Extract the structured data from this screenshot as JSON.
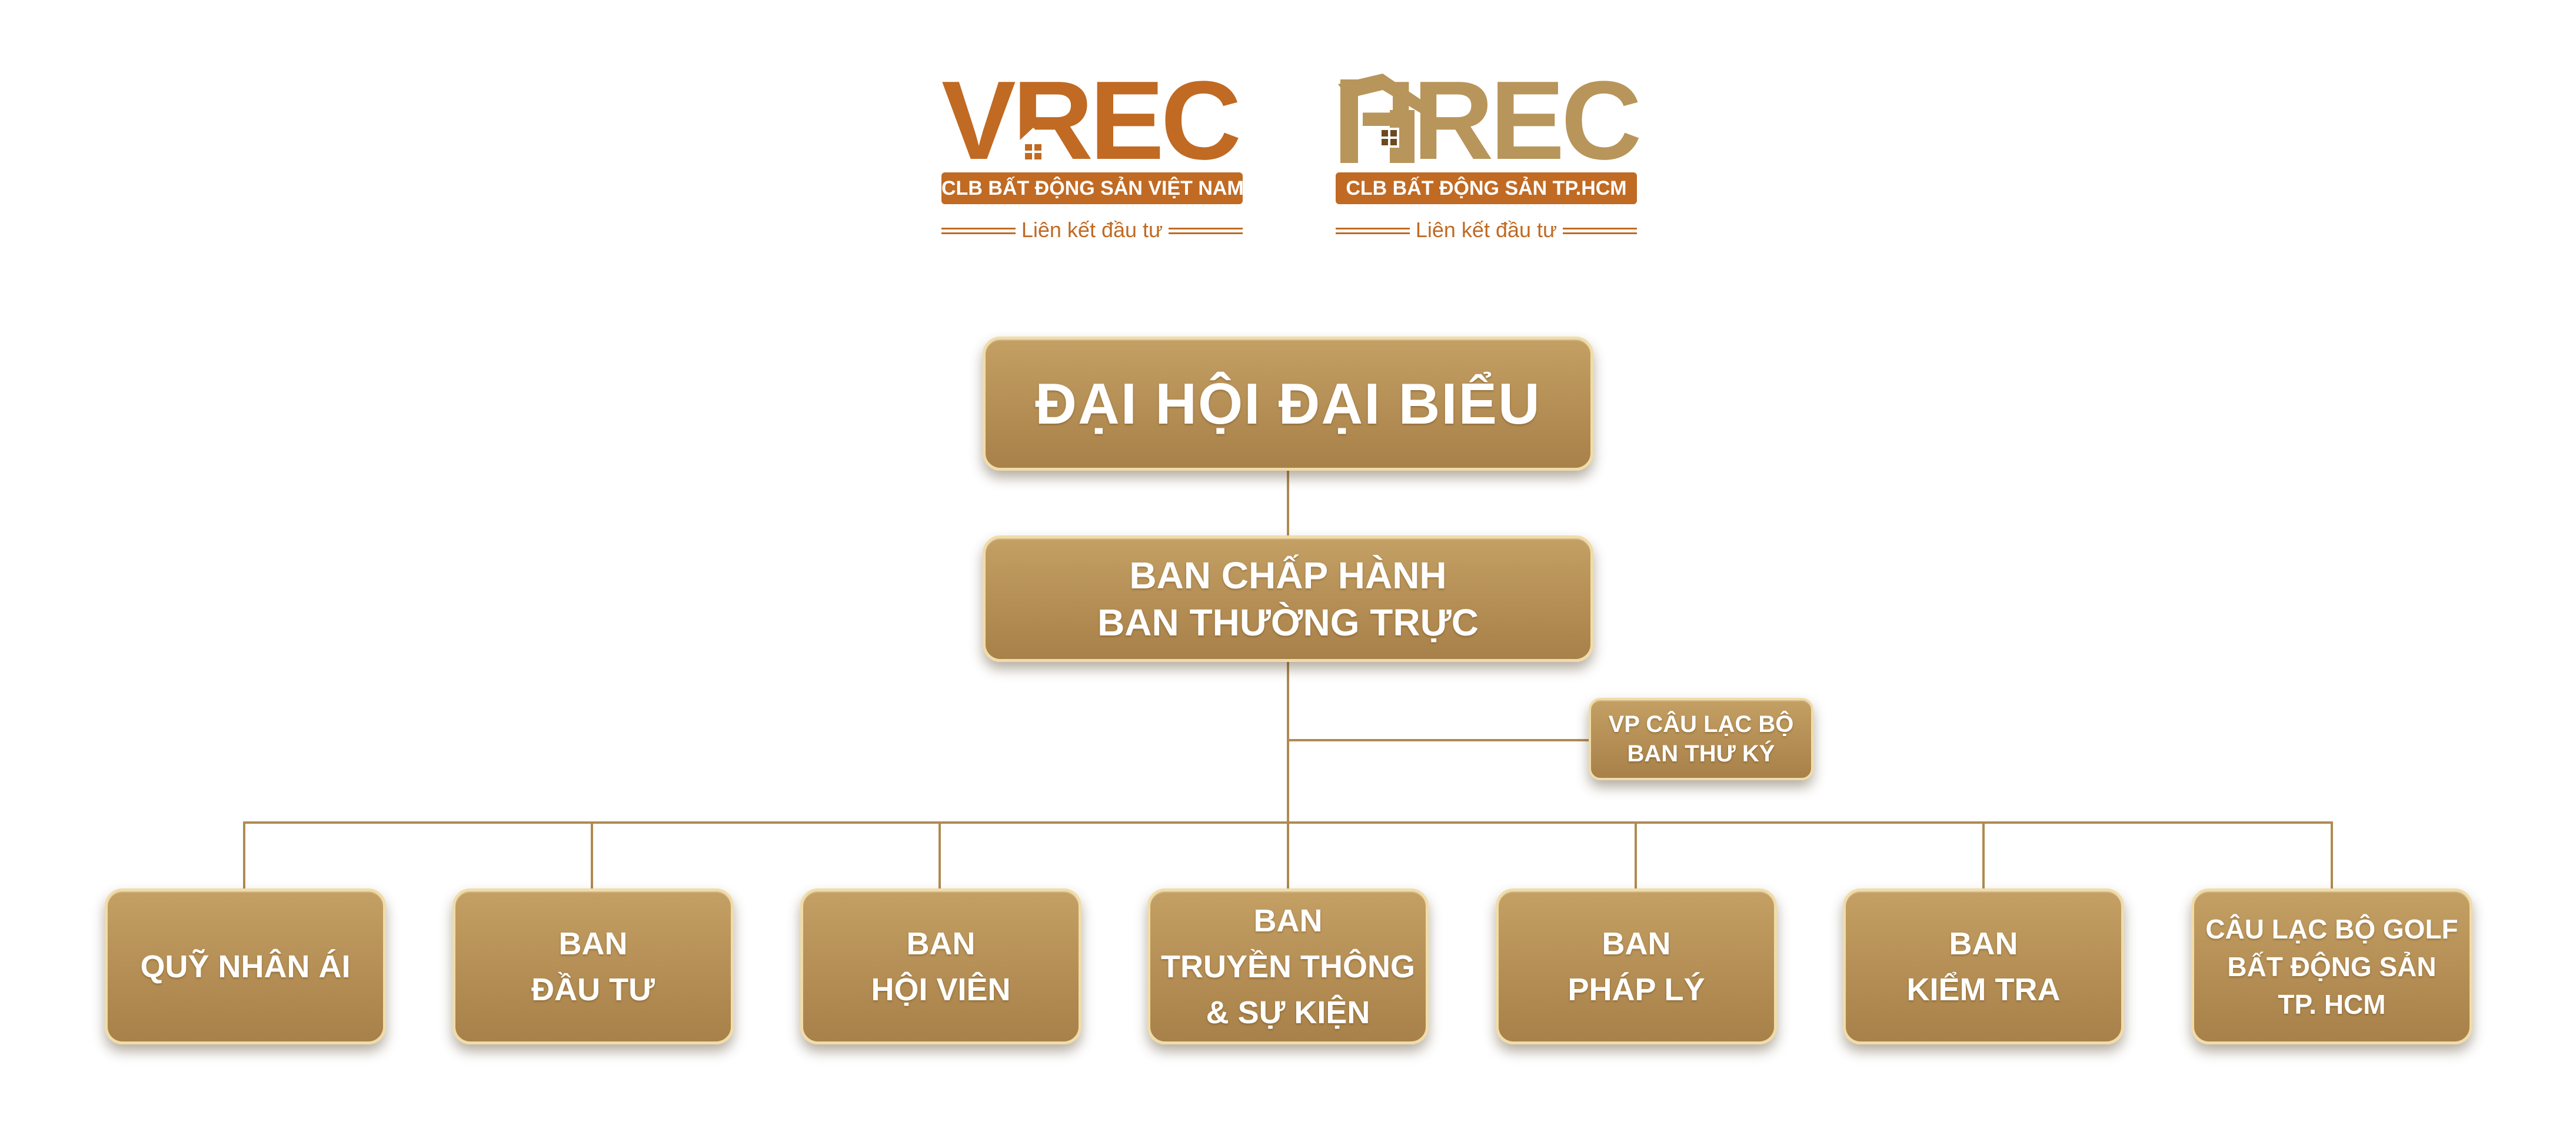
{
  "logos": {
    "vrec": {
      "word": "VREC",
      "banner": "CLB BẤT ĐỘNG SẢN VIỆT NAM",
      "tagline": "Liên kết đầu tư",
      "colors": {
        "primary": "#c06a23",
        "banner": "#c06a23"
      }
    },
    "hrec": {
      "word": "HREC",
      "banner": "CLB BẤT ĐỘNG SẢN TP.HCM",
      "tagline": "Liên kết đầu tư",
      "colors": {
        "primary": "#b8955a",
        "banner": "#c06a23"
      }
    }
  },
  "chart": {
    "colors": {
      "box": "#b48e54",
      "box_border": "#f0dca8",
      "connector": "#b08a52",
      "text": "#ffffff"
    },
    "top": {
      "label": "ĐẠI HỘI ĐẠI BIỂU"
    },
    "second": {
      "lines": [
        "BAN CHẤP HÀNH",
        "BAN THƯỜNG TRỰC"
      ]
    },
    "side": {
      "lines": [
        "VP CÂU LẠC BỘ",
        "BAN THƯ KÝ"
      ]
    },
    "bottom": [
      {
        "lines": [
          "QUỸ NHÂN ÁI"
        ]
      },
      {
        "lines": [
          "BAN",
          "ĐẦU TƯ"
        ]
      },
      {
        "lines": [
          "BAN",
          "HỘI VIÊN"
        ]
      },
      {
        "lines": [
          "BAN",
          "TRUYỀN THÔNG",
          "& SỰ KIỆN"
        ]
      },
      {
        "lines": [
          "BAN",
          "PHÁP LÝ"
        ]
      },
      {
        "lines": [
          "BAN",
          "KIỂM TRA"
        ]
      },
      {
        "lines": [
          "CÂU LẠC BỘ GOLF",
          "BẤT ĐỘNG SẢN",
          "TP. HCM"
        ]
      }
    ]
  }
}
